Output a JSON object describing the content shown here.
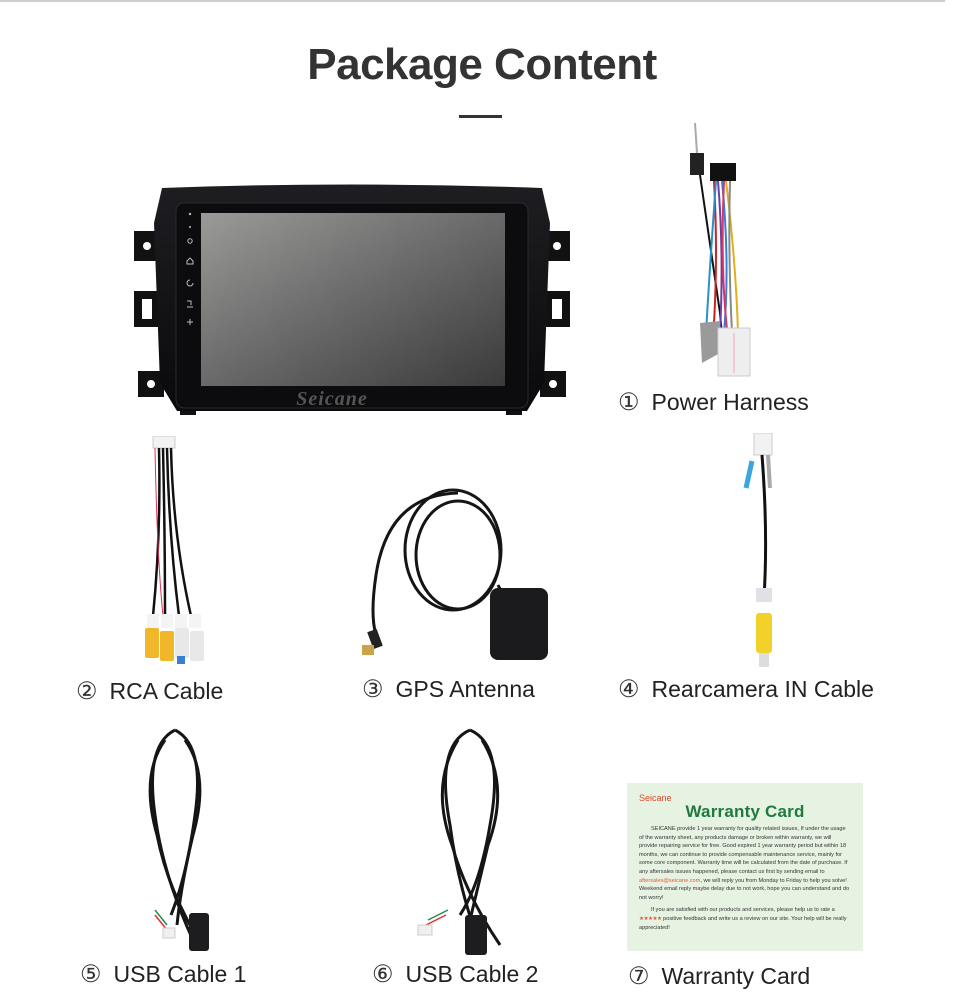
{
  "header": {
    "title": "Package Content"
  },
  "items": [
    {
      "number": "①",
      "label": "Power Harness"
    },
    {
      "number": "②",
      "label": "RCA Cable"
    },
    {
      "number": "③",
      "label": "GPS Antenna"
    },
    {
      "number": "④",
      "label": "Rearcamera IN Cable"
    },
    {
      "number": "⑤",
      "label": "USB Cable 1"
    },
    {
      "number": "⑥",
      "label": "USB Cable 2"
    },
    {
      "number": "⑦",
      "label": "Warranty Card"
    }
  ],
  "head_unit": {
    "brand_logo": "Seicane",
    "side_buttons": [
      "mic-icon",
      "rst-icon",
      "power-icon",
      "home-icon",
      "back-icon",
      "volume-up-icon",
      "volume-down-icon"
    ]
  },
  "warranty_card": {
    "brand": "Seicane",
    "title": "Warranty Card",
    "body_before_email": "SEICANE provide 1 year warranty for quality related issues, If under the usage of the warranty sheet, any products damage or broken within warranty, we will provide repairing service for free. Good expired 1 year warranty period but within 18 months, we can continue to provide compensable maintenance service, mainly for some core component. Warranty time will be calculated from the date of purchase. If any aftersales issues happened, please contact us first by sending email to ",
    "email": "aftersales@seicane.com",
    "body_after_email": ", we will reply you from Monday to Friday to help you solve! Weekend email reply maybe delay due to not work, hope you can understand and do not worry!",
    "feedback_before_stars": "If you are satisfied with our products and services, please help us to rate a ",
    "stars": "★★★★★",
    "feedback_after_stars": " positive feedback and write us a review on our site. Your help will be really appreciated!"
  },
  "colors": {
    "title": "#333333",
    "warranty_bg": "#e7f3e2",
    "warranty_title": "#1f7a3e",
    "warranty_accent": "#d9472b"
  }
}
